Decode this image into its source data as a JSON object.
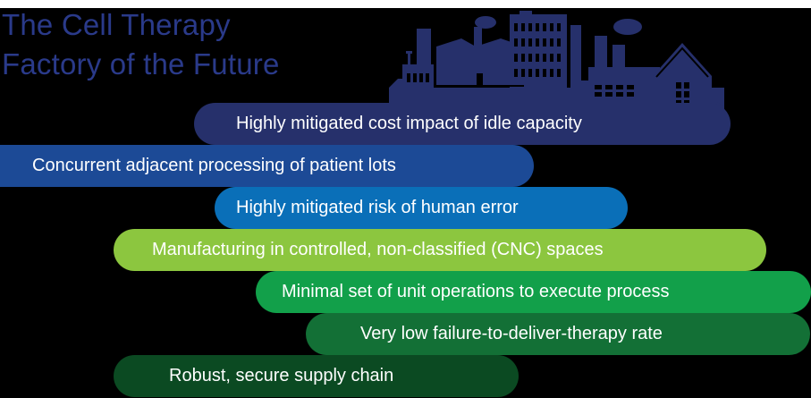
{
  "title": {
    "line1": "The Cell Therapy",
    "line2": "Factory of the Future",
    "color": "#2a3a8a"
  },
  "illustration": {
    "icon": "factory-skyline-icon",
    "color": "#26306b"
  },
  "pills": [
    {
      "label": "Highly mitigated cost impact of idle capacity",
      "color": "#26306b"
    },
    {
      "label": "Concurrent adjacent processing of patient lots",
      "color": "#1c4a96"
    },
    {
      "label": "Highly mitigated risk of human error",
      "color": "#0a6fb8"
    },
    {
      "label": "Manufacturing in controlled, non-classified (CNC) spaces",
      "color": "#8cc63f"
    },
    {
      "label": "Minimal set of unit operations to execute process",
      "color": "#12a04a"
    },
    {
      "label": "Very low failure-to-deliver-therapy rate",
      "color": "#137036"
    },
    {
      "label": "Robust, secure supply chain",
      "color": "#0b4a22"
    }
  ]
}
